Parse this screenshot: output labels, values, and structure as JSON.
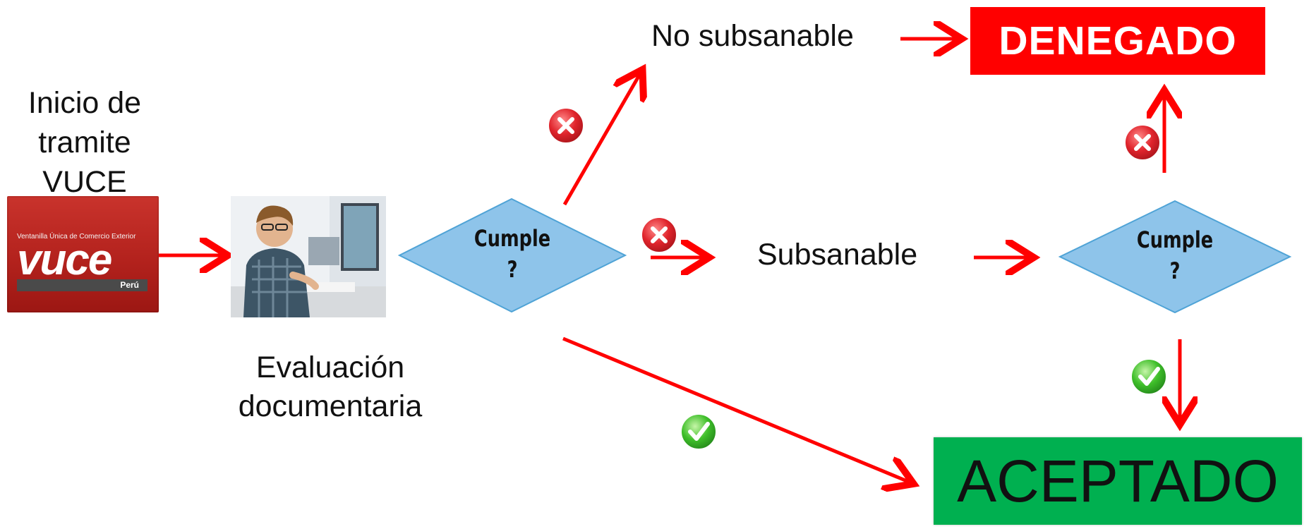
{
  "start_label": [
    "Inicio de",
    "tramite",
    "VUCE"
  ],
  "vuce_logo": {
    "tagline": "Ventanilla Única de Comercio Exterior",
    "wordmark": "vuce",
    "country": "Perú"
  },
  "evaluation_label": [
    "Evaluación",
    "documentaria"
  ],
  "decision_1": [
    "Cumple",
    "?"
  ],
  "decision_2": [
    "Cumple",
    "?"
  ],
  "no_subsanable_label": "No subsanable",
  "subsanable_label": "Subsanable",
  "denegado_label": "DENEGADO",
  "aceptado_label": "ACEPTADO",
  "colors": {
    "arrow": "#ff0000",
    "diamond_fill": "#8ec4ea",
    "diamond_stroke": "#4fa3d6",
    "denegado_fill": "#ff0000",
    "aceptado_fill": "#00b050",
    "reject_badge": "#e0242c",
    "accept_badge": "#3fbf2a"
  },
  "icons": {
    "reject": "x-circle-icon",
    "accept": "check-circle-icon"
  }
}
